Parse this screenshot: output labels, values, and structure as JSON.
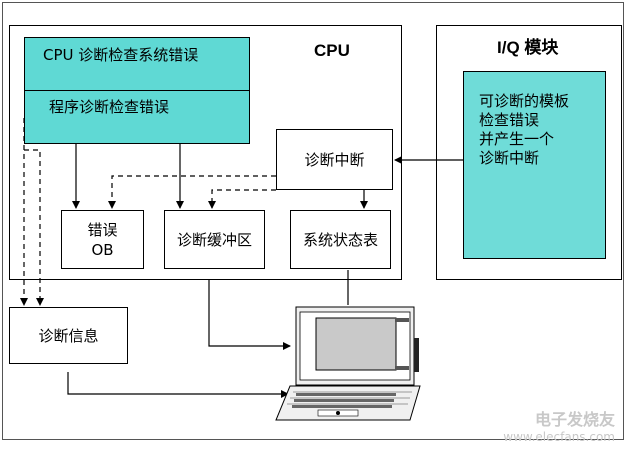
{
  "cpu": {
    "title": "CPU",
    "system_check": "CPU 诊断检查系统错误",
    "program_check": "程序诊断检查错误"
  },
  "iq": {
    "title": "I/Q 模块",
    "desc_lines": [
      "可诊断的模板",
      "检查错误",
      "并产生一个",
      "诊断中断"
    ]
  },
  "nodes": {
    "interrupt": "诊断中断",
    "error_ob_line1": "错误",
    "error_ob_line2": "OB",
    "buffer": "诊断缓冲区",
    "status_table": "系统状态表",
    "info": "诊断信息"
  },
  "colors": {
    "accent": "#5fd9d4",
    "stroke": "#000000"
  },
  "watermark": {
    "brand": "电子发烧友",
    "url": "www.elecfans.com"
  }
}
